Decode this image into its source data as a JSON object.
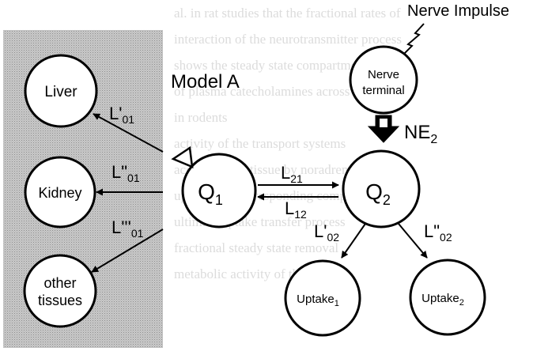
{
  "title": "Model A",
  "input_label": "Nerve Impulse",
  "nodes": {
    "liver": "Liver",
    "kidney": "Kidney",
    "other": [
      "other",
      "tissues"
    ],
    "nerve": [
      "Nerve",
      "terminal"
    ],
    "q1": {
      "base": "Q",
      "sub": "1"
    },
    "q2": {
      "base": "Q",
      "sub": "2"
    },
    "uptake1": {
      "base": "Uptake",
      "sub": "1"
    },
    "uptake2": {
      "base": "Uptake",
      "sub": "2"
    }
  },
  "flows": {
    "ne2": {
      "base": "NE",
      "sub": "2"
    },
    "l21": {
      "base": "L",
      "sub": "21"
    },
    "l12": {
      "base": "L",
      "sub": "12"
    },
    "l02a": {
      "base": "L'",
      "sub": "02"
    },
    "l02b": {
      "base": "L\"",
      "sub": "02"
    },
    "l01a": {
      "base": "L'",
      "sub": "01"
    },
    "l01b": {
      "base": "L\"",
      "sub": "01"
    },
    "l01c": {
      "base": "L'''",
      "sub": "01"
    }
  },
  "colors": {
    "shade": "#c4c4c4",
    "ink": "#000000",
    "bleed": "#dcdcdc"
  },
  "background_text": [
    "al. in rat studies that the fractional rates of",
    "interaction of the neurotransmitter process",
    "shows the steady state compartmental",
    "of plasma catecholamines across all",
    "in rodents",
    "activity of the transport systems",
    "accumulating tissue by noradrenal",
    "uptake, the corresponding compartment",
    "ultimate uptake transfer process",
    "fractional steady state removal",
    "metabolic activity of the uptake"
  ]
}
